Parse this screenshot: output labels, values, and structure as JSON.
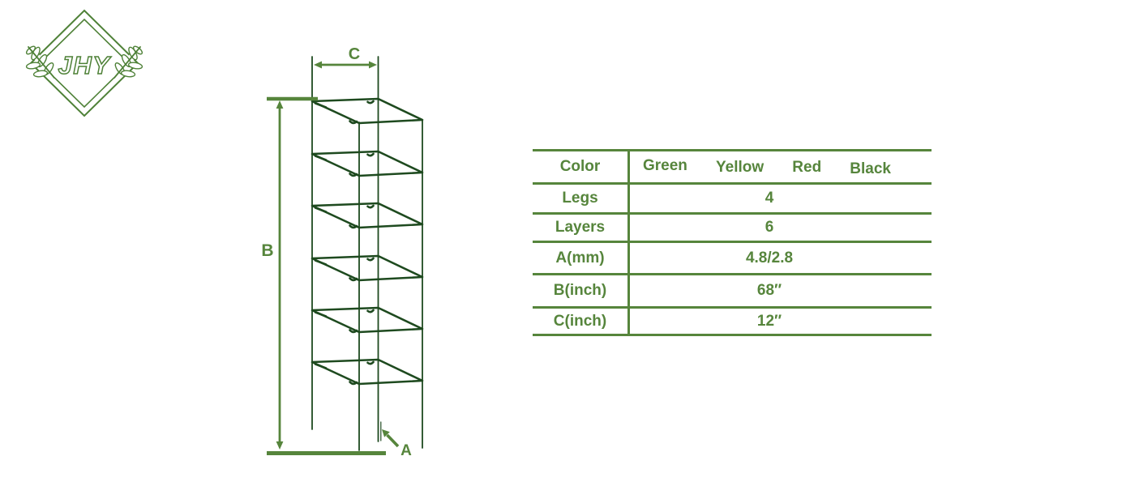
{
  "logo": {
    "text": "JHY"
  },
  "diagram": {
    "label_c": "C",
    "label_b": "B",
    "label_a": "A",
    "legs": 4,
    "layers": 6
  },
  "table": {
    "rows": [
      {
        "label": "Color",
        "values": [
          "Green",
          "Yellow",
          "Red",
          "Black"
        ]
      },
      {
        "label": "Legs",
        "value": "4"
      },
      {
        "label": "Layers",
        "value": "6"
      },
      {
        "label": "A(mm)",
        "value": "4.8/2.8"
      },
      {
        "label": "B(inch)",
        "value": "68″"
      },
      {
        "label": "C(inch)",
        "value": "12″"
      }
    ]
  },
  "colors": {
    "accent_green": "#56853c",
    "structure_green": "#1e4a1f",
    "logo_green": "#4e8137",
    "background": "#ffffff"
  }
}
